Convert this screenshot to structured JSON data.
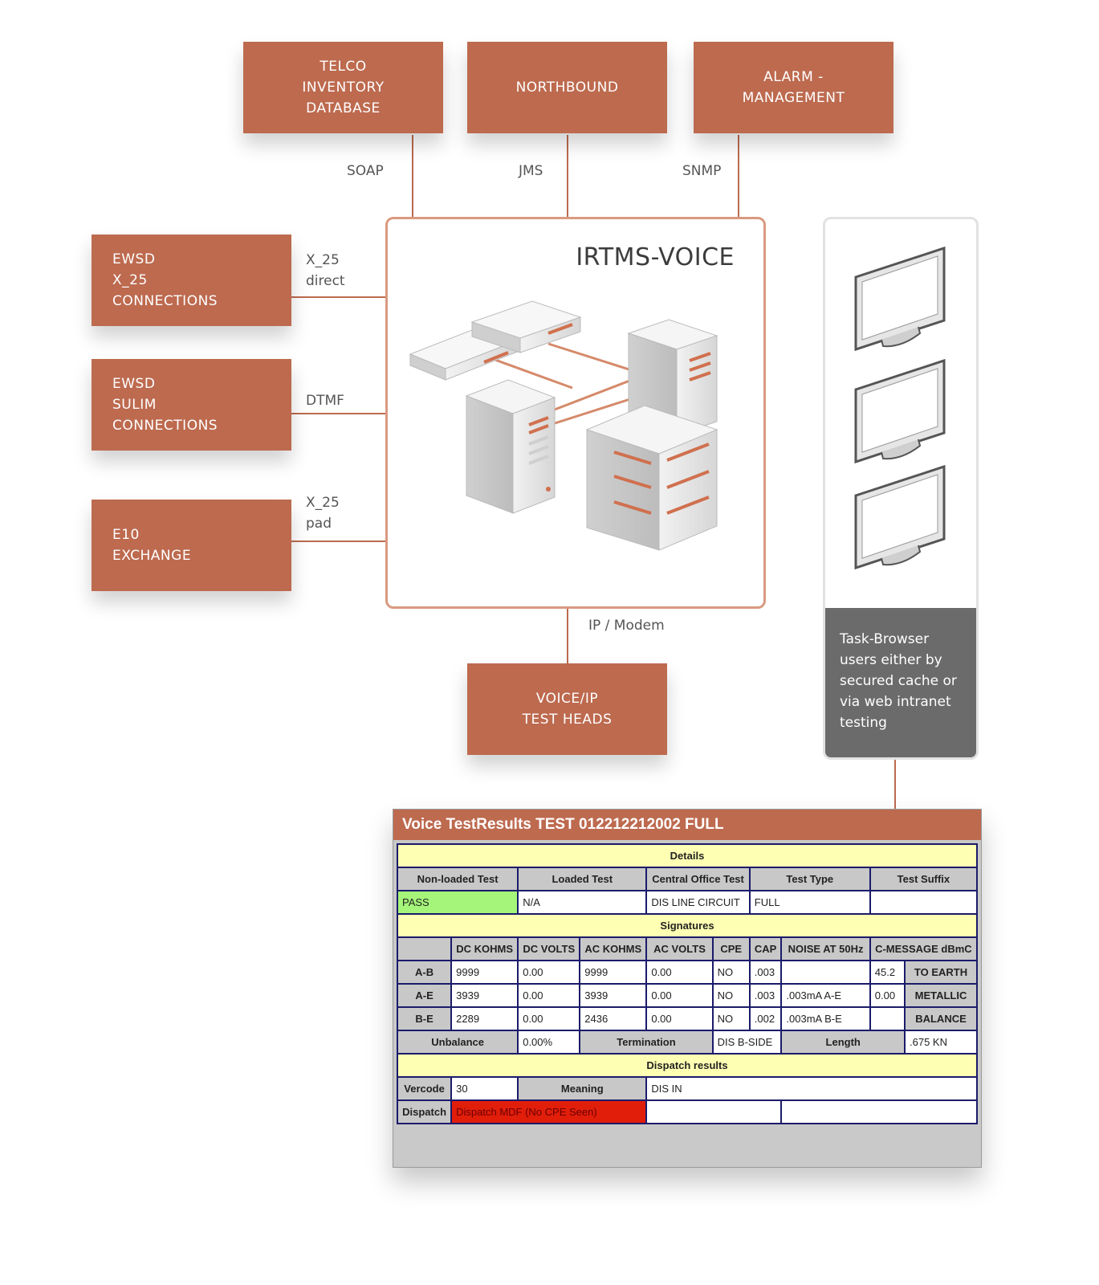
{
  "top_boxes": [
    {
      "label": "TELCO\nINVENTORY\nDATABASE",
      "protocol": "SOAP"
    },
    {
      "label": "NORTHBOUND",
      "protocol": "JMS"
    },
    {
      "label": "ALARM -\nMANAGEMENT",
      "protocol": "SNMP"
    }
  ],
  "left_boxes": [
    {
      "label": "EWSD\nX_25\nCONNECTIONS",
      "protocol": "X_25\ndirect"
    },
    {
      "label": "EWSD\nSULIM\nCONNECTIONS",
      "protocol": "DTMF"
    },
    {
      "label": "E10\nEXCHANGE",
      "protocol": "X_25\npad"
    }
  ],
  "core": {
    "title": "IRTMS-VOICE"
  },
  "bottom_box": {
    "label": "VOICE/IP\nTEST HEADS",
    "protocol": "IP / Modem"
  },
  "task_panel": {
    "text": "Task-Browser\nusers either by\nsecured cache or\nvia web intranet\ntesting"
  },
  "colors": {
    "accent": "#bd6a4f",
    "panel_footer": "#6b6b6b",
    "section": "#ffffb3",
    "pass": "#a5f57a",
    "dispatch": "#e11e0a"
  },
  "results": {
    "title": "Voice TestResults TEST 012212212002 FULL",
    "details_heading": "Details",
    "details_headers": [
      "Non-loaded Test",
      "Loaded Test",
      "Central Office Test",
      "Test Type",
      "Test Suffix"
    ],
    "details_values": [
      "PASS",
      "N/A",
      "DIS LINE CIRCUIT",
      "FULL",
      ""
    ],
    "signatures_heading": "Signatures",
    "sig_headers": [
      "",
      "DC KOHMS",
      "DC VOLTS",
      "AC KOHMS",
      "AC VOLTS",
      "CPE",
      "CAP",
      "NOISE AT 50Hz",
      "C-MESSAGE dBmC"
    ],
    "sig_rows": [
      {
        "label": "A-B",
        "cells": [
          "9999",
          "0.00",
          "9999",
          "0.00",
          "NO",
          ".003",
          "",
          "45.2"
        ],
        "tag": "TO EARTH"
      },
      {
        "label": "A-E",
        "cells": [
          "3939",
          "0.00",
          "3939",
          "0.00",
          "NO",
          ".003",
          ".003mA A-E",
          "0.00"
        ],
        "tag": "METALLIC"
      },
      {
        "label": "B-E",
        "cells": [
          "2289",
          "0.00",
          "2436",
          "0.00",
          "NO",
          ".002",
          ".003mA B-E",
          ""
        ],
        "tag": "BALANCE"
      }
    ],
    "unbalance_label": "Unbalance",
    "unbalance_value": "0.00%",
    "termination_label": "Termination",
    "termination_value": "DIS B-SIDE",
    "length_label": "Length",
    "length_value": ".675 KN",
    "dispatch_heading": "Dispatch results",
    "vercode_label": "Vercode",
    "vercode_value": "30",
    "meaning_label": "Meaning",
    "meaning_value": "DIS IN",
    "dispatch_label": "Dispatch",
    "dispatch_value": "Dispatch MDF (No CPE Seen)"
  }
}
